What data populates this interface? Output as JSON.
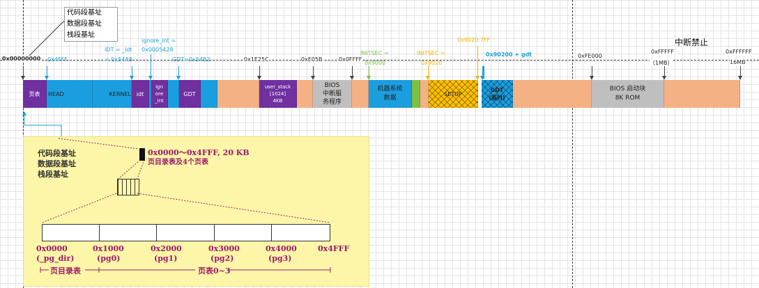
{
  "notes": {
    "base_labels": [
      "代码段基址",
      "数据段基址",
      "栈段基址"
    ],
    "interrupts_off": "中断禁止"
  },
  "addresses_top": {
    "a0": "0x00000000",
    "a1": "0x4FFF",
    "idt": "IDT = _idt",
    "idt_val": "= 0x54A8",
    "ignore1": "ignore_int =",
    "ignore2": "0x0005428",
    "gdt": "GDT=0x54B2",
    "stack": "0x1E25C",
    "e05b": "0xE05B",
    "fff": "0x0FFFF",
    "initsec1a": "INITSEC =",
    "initsec1b": "0x9000",
    "initsec2a": "INITSEC =",
    "initsec2b": "0x9020",
    "setup_end": "0x9020:7FF",
    "gdt_new": "0x90200 + gdt",
    "fe000": "0xFE000",
    "ffff_a": "0xFFFFF",
    "ffff_b": "（1MB）",
    "fffff_a": "0xFFFFFF",
    "fffff_b": "16MB"
  },
  "segments": {
    "page_table": "页表",
    "head": "HEAD",
    "kernel": "KERNEL",
    "idt": "idt",
    "ignore": "ign\nore\n_int",
    "gdt": "GDT",
    "user_stack": "user_stack\n[1024]\n4KB",
    "bios_int": "BIOS\n中断服\n务程序",
    "machine_data": "机器系统\n数据",
    "setup": "SETUP",
    "gdt_temp": "GDT\n(临时)",
    "bios_boot": "BIOS 启动块\n8K ROM"
  },
  "zoom": {
    "base_labels": [
      "代码段基址",
      "数据段基址",
      "栈段基址"
    ],
    "range": "0x0000～0x4FFF, 20 KB",
    "desc": "页目录表及4个页表",
    "ticks": [
      "0x0000",
      "0x1000",
      "0x2000",
      "0x3000",
      "0x4000",
      "0x4FFF"
    ],
    "sub": [
      "(_pg_dir)",
      "(pg0)",
      "(pg1)",
      "(pg2)",
      "(pg3)"
    ],
    "legend_dir": "页目录表",
    "legend_pages": "页表0~3"
  },
  "colors": {
    "purple": "#7030a0",
    "blue": "#1b9ee0",
    "salmon": "#f4b183",
    "gray": "#bfbfbf",
    "green": "#7bc142",
    "gold": "#ffc000",
    "zoom_bg": "#fdf6a8"
  }
}
